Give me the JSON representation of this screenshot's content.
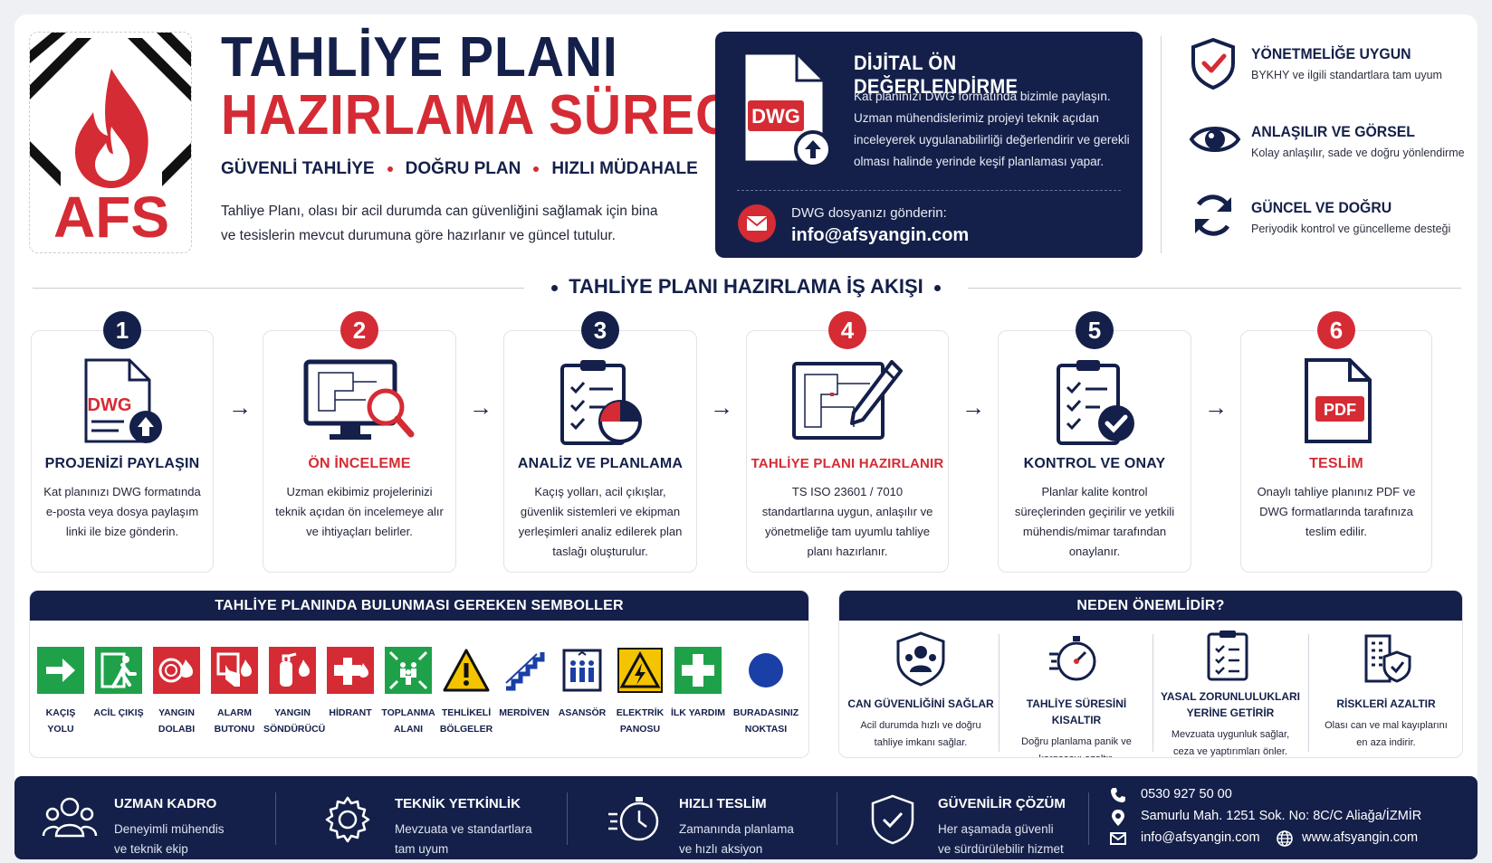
{
  "brand": {
    "logo_text": "AFS",
    "red": "#d52b34",
    "navy": "#14204a"
  },
  "header": {
    "title_line1": "TAHLİYE PLANI",
    "title_line2": "HAZIRLAMA SÜRECİ",
    "tag1": "GÜVENLİ TAHLİYE",
    "tag2": "DOĞRU PLAN",
    "tag3": "HIZLI MÜDAHALE",
    "intro": "Tahliye Planı, olası bir acil durumda can güvenliğini sağlamak için bina ve tesislerin mevcut durumuna göre hazırlanır ve güncel tutulur."
  },
  "dwg_card": {
    "badge": "DWG",
    "title": "DİJİTAL ÖN DEĞERLENDİRME",
    "text": "Kat planınızı DWG formatında bizimle paylaşın. Uzman mühendislerimiz projeyi teknik açıdan inceleyerek uygulanabilirliği değerlendirir ve gerekli olması halinde yerinde keşif planlaması yapar.",
    "send_label": "DWG dosyanızı gönderin:",
    "email": "info@afsyangin.com"
  },
  "features": [
    {
      "title": "YÖNETMELİĞE UYGUN",
      "sub": "BYKHY ve ilgili standartlara tam uyum",
      "icon": "shield-check-icon"
    },
    {
      "title": "ANLAŞILIR VE GÖRSEL",
      "sub": "Kolay anlaşılır, sade ve doğru yönlendirme",
      "icon": "eye-icon"
    },
    {
      "title": "GÜNCEL VE DOĞRU",
      "sub": "Periyodik kontrol ve güncelleme desteği",
      "icon": "refresh-icon"
    }
  ],
  "workflow": {
    "title": "TAHLİYE PLANI HAZIRLAMA İŞ AKIŞI",
    "steps": [
      {
        "num": "1",
        "title": "PROJENİZİ PAYLAŞIN",
        "text": "Kat planınızı DWG formatında e-posta veya dosya paylaşım linki ile bize gönderin.",
        "icon": "dwg-upload-icon",
        "badge": "DWG"
      },
      {
        "num": "2",
        "title": "ÖN İNCELEME",
        "text": "Uzman ekibimiz projelerinizi teknik açıdan ön incelemeye alır ve ihtiyaçları belirler.",
        "icon": "monitor-search-icon"
      },
      {
        "num": "3",
        "title": "ANALİZ VE PLANLAMA",
        "text": "Kaçış yolları, acil çıkışlar, güvenlik sistemleri ve ekipman yerleşimleri analiz edilerek plan taslağı oluşturulur.",
        "icon": "clipboard-chart-icon"
      },
      {
        "num": "4",
        "title": "TAHLİYE PLANI HAZIRLANIR",
        "text": "TS ISO 23601 / 7010 standartlarına uygun, anlaşılır ve yönetmeliğe tam uyumlu tahliye planı hazırlanır.",
        "icon": "plan-pencil-icon"
      },
      {
        "num": "5",
        "title": "KONTROL VE ONAY",
        "text": "Planlar kalite kontrol süreçlerinden geçirilir ve yetkili mühendis/mimar tarafından onaylanır.",
        "icon": "clipboard-check-icon"
      },
      {
        "num": "6",
        "title": "TESLİM",
        "text": "Onaylı tahliye planınız PDF ve DWG formatlarında tarafınıza teslim edilir.",
        "icon": "pdf-icon",
        "badge": "PDF"
      }
    ]
  },
  "symbols": {
    "title": "TAHLİYE PLANINDA BULUNMASI GEREKEN SEMBOLLER",
    "items": [
      {
        "l1": "KAÇIŞ YOLU",
        "l2": ""
      },
      {
        "l1": "ACİL ÇIKIŞ",
        "l2": ""
      },
      {
        "l1": "YANGIN",
        "l2": "DOLABI"
      },
      {
        "l1": "ALARM",
        "l2": "BUTONU"
      },
      {
        "l1": "YANGIN",
        "l2": "SÖNDÜRÜCÜ"
      },
      {
        "l1": "HİDRANT",
        "l2": ""
      },
      {
        "l1": "TOPLANMA",
        "l2": "ALANI"
      },
      {
        "l1": "TEHLİKELİ",
        "l2": "BÖLGELER"
      },
      {
        "l1": "MERDİVEN",
        "l2": ""
      },
      {
        "l1": "ASANSÖR",
        "l2": ""
      },
      {
        "l1": "ELEKTRİK",
        "l2": "PANOSU"
      },
      {
        "l1": "İLK YARDIM",
        "l2": ""
      },
      {
        "l1": "BURADASINIZ",
        "l2": "NOKTASI"
      }
    ]
  },
  "why": {
    "title": "NEDEN ÖNEMLİDİR?",
    "items": [
      {
        "t1": "CAN GÜVENLİĞİNİ SAĞLAR",
        "t2": "",
        "s1": "Acil durumda hızlı ve doğru",
        "s2": "tahliye imkanı sağlar."
      },
      {
        "t1": "TAHLİYE SÜRESİNİ KISALTIR",
        "t2": "",
        "s1": "Doğru planlama panik ve",
        "s2": "kargaşayı azaltır."
      },
      {
        "t1": "YASAL ZORUNLULUKLARI",
        "t2": "YERİNE GETİRİR",
        "s1": "Mevzuata uygunluk sağlar,",
        "s2": "ceza ve yaptırımları önler."
      },
      {
        "t1": "RİSKLERİ AZALTIR",
        "t2": "",
        "s1": "Olası can ve mal kayıplarını",
        "s2": "en aza indirir."
      }
    ]
  },
  "footer": {
    "items": [
      {
        "title": "UZMAN KADRO",
        "l1": "Deneyimli mühendis",
        "l2": "ve teknik ekip"
      },
      {
        "title": "TEKNİK YETKİNLİK",
        "l1": "Mevzuata ve standartlara",
        "l2": "tam uyum"
      },
      {
        "title": "HIZLI TESLİM",
        "l1": "Zamanında planlama",
        "l2": "ve hızlı aksiyon"
      },
      {
        "title": "GÜVENİLİR ÇÖZÜM",
        "l1": "Her aşamada güvenli",
        "l2": "ve sürdürülebilir hizmet"
      }
    ],
    "phone": "0530 927 50 00",
    "address": "Samurlu Mah. 1251 Sok. No: 8C/C Aliağa/İZMİR",
    "email": "info@afsyangin.com",
    "web": "www.afsyangin.com"
  }
}
